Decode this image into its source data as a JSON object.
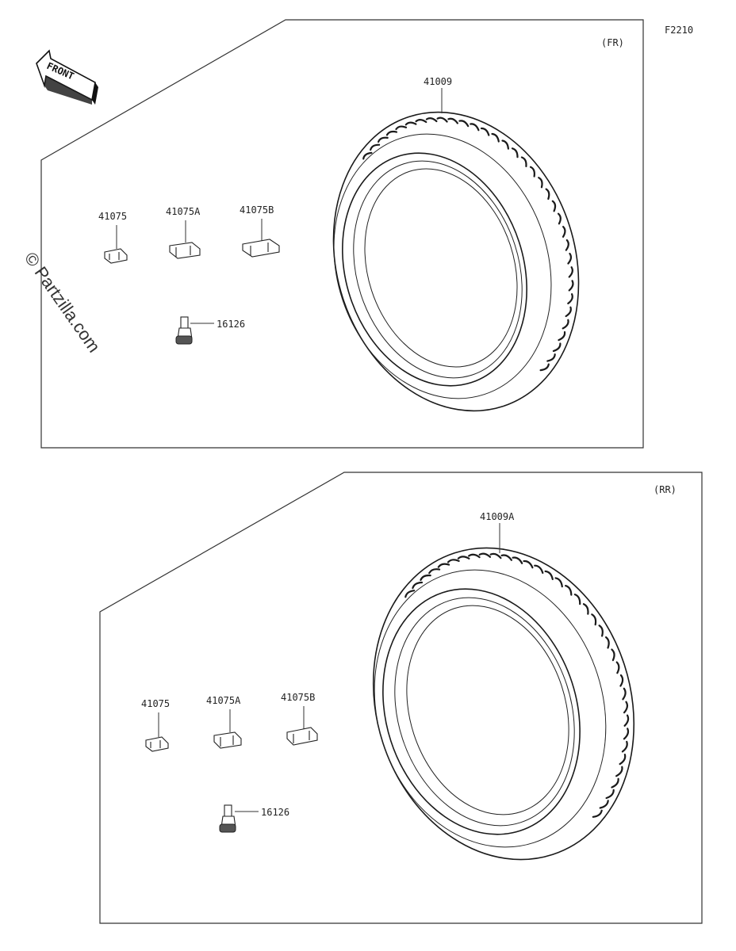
{
  "diagram_code": "F2210",
  "watermark": "© Partzilla.com",
  "front_arrow": {
    "label": "FRONT"
  },
  "front_section": {
    "label": "(FR)",
    "tire_part": "41009",
    "weights": [
      "41075",
      "41075A",
      "41075B"
    ],
    "valve": "16126"
  },
  "rear_section": {
    "label": "(RR)",
    "tire_part": "41009A",
    "weights": [
      "41075",
      "41075A",
      "41075B"
    ],
    "valve": "16126"
  }
}
